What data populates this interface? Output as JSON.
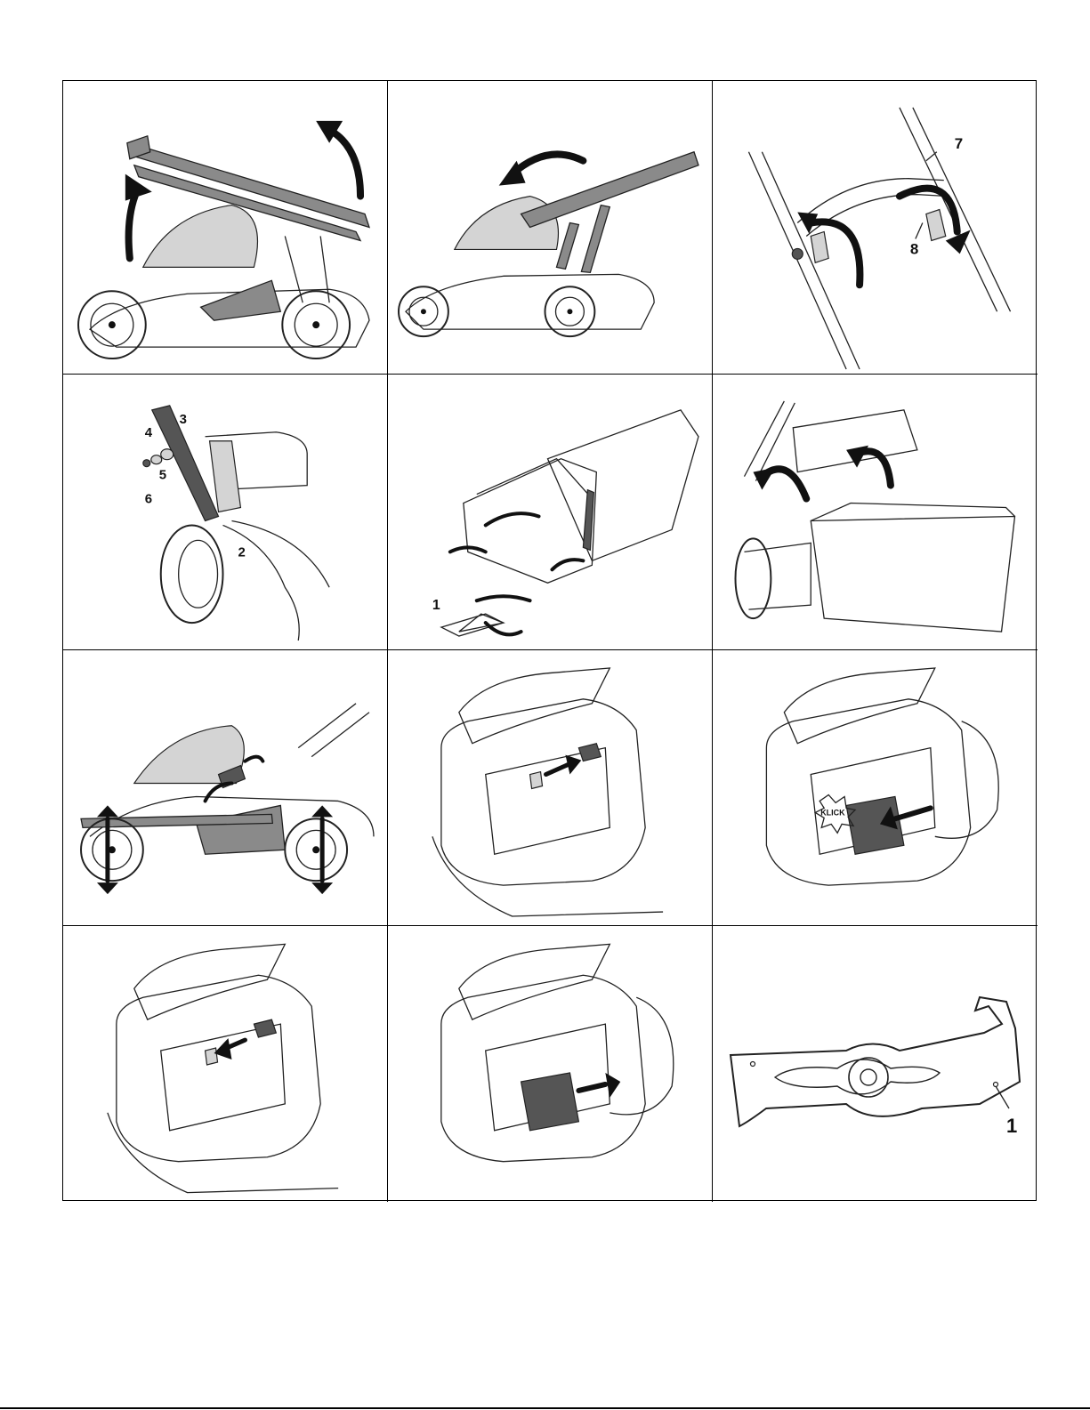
{
  "panels": {
    "p3": {
      "callouts": [
        "7",
        "8"
      ]
    },
    "p4": {
      "callouts": [
        "3",
        "4",
        "5",
        "6",
        "2"
      ]
    },
    "p5": {
      "callouts": [
        "1"
      ]
    },
    "p9": {
      "click_text": "KLICK"
    },
    "p12": {
      "callouts": [
        "1"
      ]
    }
  }
}
